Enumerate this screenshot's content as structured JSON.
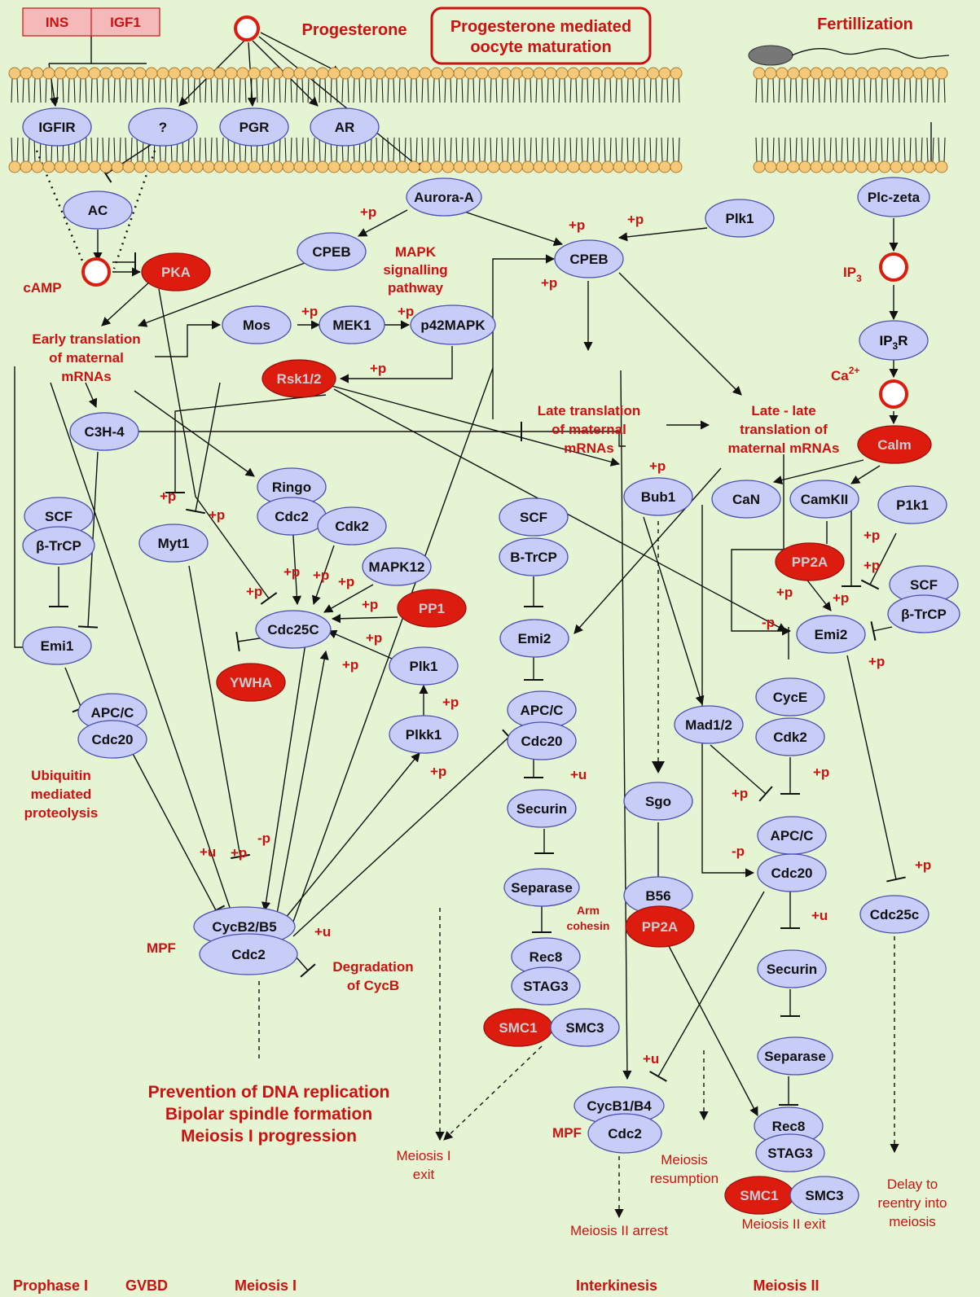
{
  "colors": {
    "background": "#e5f4d3",
    "node_fill": "#c7cdf7",
    "node_stroke": "#4a4fb0",
    "highlight_fill": "#dd1c10",
    "highlight_text": "#c9ced2",
    "label_red": "#cc1111",
    "membrane": "#f4c97a",
    "ligand_box": "#f6b9b9"
  },
  "header": {
    "ins": "INS",
    "igf1": "IGF1",
    "progesterone": "Progesterone",
    "title_l1": "Progesterone mediated",
    "title_l2": "oocyte maturation",
    "fertilization": "Fertillization"
  },
  "nodes": {
    "igfir": "IGFIR",
    "unknown": "?",
    "pgr": "PGR",
    "ar": "AR",
    "ac": "AC",
    "pka": "PKA",
    "aurora_a": "Aurora-A",
    "cpeb1": "CPEB",
    "cpeb2": "CPEB",
    "plk1_top": "Plk1",
    "plc_zeta": "Plc-zeta",
    "ip3_label": "IP",
    "ip3_sub": "3",
    "ip3r": "IP",
    "ip3r_sub": "3",
    "ip3r_r": "R",
    "mos": "Mos",
    "mek1": "MEK1",
    "p42mapk": "p42MAPK",
    "rsk": "Rsk1/2",
    "c3h4": "C3H-4",
    "ringo": "Ringo",
    "cdc2_a": "Cdc2",
    "cdk2_a": "Cdk2",
    "mapk12": "MAPK12",
    "pp1": "PP1",
    "myt1": "Myt1",
    "cdc25c": "Cdc25C",
    "ywha": "YWHA",
    "plk1_mid": "Plk1",
    "plkk1": "Plkk1",
    "scf1": "SCF",
    "btrcp1": "β-TrCP",
    "emi1": "Emi1",
    "apcc1": "APC/C",
    "cdc20_1": "Cdc20",
    "cycb2": "CycB2/B5",
    "cdc2_mpf": "Cdc2",
    "scf2": "SCF",
    "btrcp2": "B-TrCP",
    "emi2_a": "Emi2",
    "apcc2": "APC/C",
    "cdc20_2": "Cdc20",
    "securin1": "Securin",
    "separase1": "Separase",
    "rec8_1": "Rec8",
    "stag3_1": "STAG3",
    "smc1_1": "SMC1",
    "smc3_1": "SMC3",
    "bub1": "Bub1",
    "mad12": "Mad1/2",
    "sgo": "Sgo",
    "b56": "B56",
    "pp2a_low": "PP2A",
    "cycb1": "CycB1/B4",
    "cdc2_b": "Cdc2",
    "calm": "Calm",
    "can": "CaN",
    "camkii": "CamKII",
    "p1k1": "P1k1",
    "pp2a_right": "PP2A",
    "scf3": "SCF",
    "btrcp3": "β-TrCP",
    "emi2_b": "Emi2",
    "cyce": "CycE",
    "cdk2_b": "Cdk2",
    "apcc3": "APC/C",
    "cdc20_3": "Cdc20",
    "securin2": "Securin",
    "separase2": "Separase",
    "rec8_2": "Rec8",
    "stag3_2": "STAG3",
    "smc1_2": "SMC1",
    "smc3_2": "SMC3",
    "cdc25c_r": "Cdc25c"
  },
  "labels": {
    "camp": "cAMP",
    "mapk_l1": "MAPK",
    "mapk_l2": "signalling",
    "mapk_l3": "pathway",
    "early_l1": "Early translation",
    "early_l2": "of maternal",
    "early_l3": "mRNAs",
    "late_l1": "Late translation",
    "late_l2": "of maternal",
    "late_l3": "mRNAs",
    "ll_l1": "Late - late",
    "ll_l2": "translation of",
    "ll_l3": "maternal mRNAs",
    "ca": "Ca",
    "ca_sup": "2+",
    "ubi_l1": "Ubiquitin",
    "ubi_l2": "mediated",
    "ubi_l3": "proteolysis",
    "mpf_left": "MPF",
    "mpf_right": "MPF",
    "deg_l1": "Degradation",
    "deg_l2": "of CycB",
    "arm_l1": "Arm",
    "arm_l2": "cohesin",
    "prev_l1": "Prevention of DNA replication",
    "prev_l2": "Bipolar spindle formation",
    "prev_l3": "Meiosis I progression",
    "mi_exit_l1": "Meiosis I",
    "mi_exit_l2": "exit",
    "resump_l1": "Meiosis",
    "resump_l2": "resumption",
    "mii_arrest": "Meiosis II arrest",
    "mii_exit": "Meiosis II exit",
    "delay_l1": "Delay to",
    "delay_l2": "reentry into",
    "delay_l3": "meiosis",
    "p": "+p",
    "m": "-p",
    "u": "+u"
  },
  "phases": [
    "Prophase I",
    "GVBD",
    "Meiosis I",
    "Interkinesis",
    "Meiosis II"
  ]
}
